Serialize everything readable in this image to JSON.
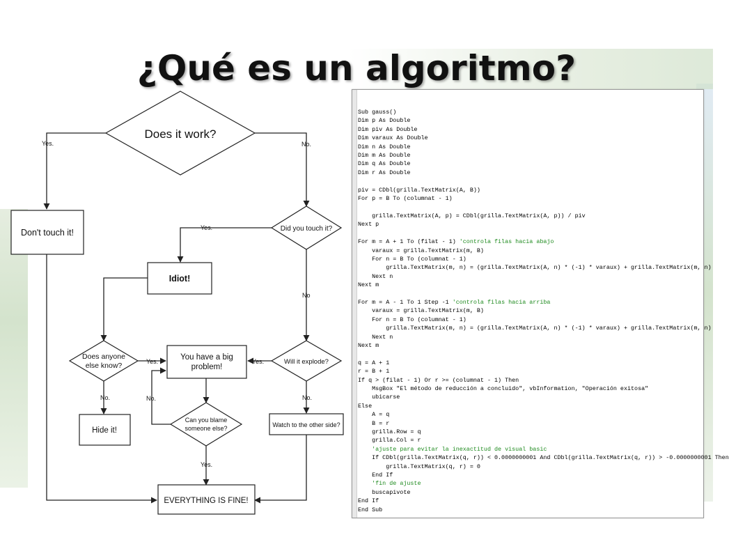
{
  "title": "¿Qué es un algoritmo?",
  "flowchart": {
    "nodes": {
      "does_it_work": "Does it work?",
      "dont_touch": "Don't touch it!",
      "did_you_touch": "Did you touch it?",
      "idiot": "Idiot!",
      "does_anyone_1": "Does anyone",
      "does_anyone_2": "else know?",
      "big_problem_1": "You have a big",
      "big_problem_2": "problem!",
      "will_explode": "Will it explode?",
      "blame_1": "Can you blame",
      "blame_2": "someone else?",
      "hide_it": "Hide it!",
      "watch_to": "Watch to the other side?",
      "everything_fine": "EVERYTHING IS FINE!"
    },
    "labels": {
      "yes": "Yes.",
      "no": "No.",
      "no_plain": "No"
    }
  },
  "code": [
    {
      "text": "Sub gauss()"
    },
    {
      "text": "Dim p As Double"
    },
    {
      "text": "Dim piv As Double"
    },
    {
      "text": "Dim varaux As Double"
    },
    {
      "text": "Dim n As Double"
    },
    {
      "text": "Dim m As Double"
    },
    {
      "text": "Dim q As Double"
    },
    {
      "text": "Dim r As Double"
    },
    {
      "text": ""
    },
    {
      "text": "piv = CDbl(grilla.TextMatrix(A, B))"
    },
    {
      "text": "For p = B To (columnat - 1)"
    },
    {
      "text": ""
    },
    {
      "text": "    grilla.TextMatrix(A, p) = CDbl(grilla.TextMatrix(A, p)) / piv"
    },
    {
      "text": "Next p"
    },
    {
      "text": ""
    },
    {
      "text": "For m = A + 1 To (filat - 1) ",
      "comment": "'controla filas hacia abajo"
    },
    {
      "text": "    varaux = grilla.TextMatrix(m, B)"
    },
    {
      "text": "    For n = B To (columnat - 1)"
    },
    {
      "text": "        grilla.TextMatrix(m, n) = (grilla.TextMatrix(A, n) * (-1) * varaux) + grilla.TextMatrix(m, n)"
    },
    {
      "text": "    Next n"
    },
    {
      "text": "Next m"
    },
    {
      "text": ""
    },
    {
      "text": "For m = A - 1 To 1 Step -1 ",
      "comment": "'controla filas hacia arriba"
    },
    {
      "text": "    varaux = grilla.TextMatrix(m, B)"
    },
    {
      "text": "    For n = B To (columnat - 1)"
    },
    {
      "text": "        grilla.TextMatrix(m, n) = (grilla.TextMatrix(A, n) * (-1) * varaux) + grilla.TextMatrix(m, n)"
    },
    {
      "text": "    Next n"
    },
    {
      "text": "Next m"
    },
    {
      "text": ""
    },
    {
      "text": "q = A + 1"
    },
    {
      "text": "r = B + 1"
    },
    {
      "text": "If q > (filat - 1) Or r >= (columnat - 1) Then"
    },
    {
      "text": "    MsgBox \"El método de reducción a concluido\", vbInformation, \"Operación exitosa\""
    },
    {
      "text": "    ubicarse"
    },
    {
      "text": "Else"
    },
    {
      "text": "    A = q"
    },
    {
      "text": "    B = r"
    },
    {
      "text": "    grilla.Row = q"
    },
    {
      "text": "    grilla.Col = r"
    },
    {
      "text": "    ",
      "comment": "'ajuste para evitar la inexactitud de visual basic"
    },
    {
      "text": "    If CDbl(grilla.TextMatrix(q, r)) < 0.0000000001 And CDbl(grilla.TextMatrix(q, r)) > -0.0000000001 Then"
    },
    {
      "text": "        grilla.TextMatrix(q, r) = 0"
    },
    {
      "text": "    End If"
    },
    {
      "text": "    ",
      "comment": "'fin de ajuste"
    },
    {
      "text": "    buscapivote"
    },
    {
      "text": "End If"
    },
    {
      "text": "End Sub"
    }
  ],
  "colors": {
    "background_band": "#c9dcc0",
    "code_comment": "#1e8a1e",
    "stroke": "#222222"
  }
}
